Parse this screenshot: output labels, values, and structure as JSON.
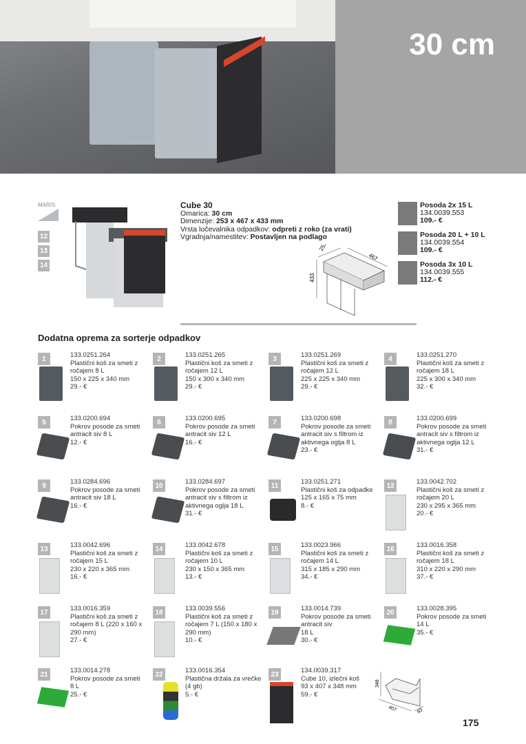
{
  "header": {
    "size_label": "30 cm"
  },
  "brand": {
    "label": "MARIS",
    "badges": [
      "12",
      "13",
      "14"
    ]
  },
  "product": {
    "title": "Cube 30",
    "specs": [
      {
        "label": "Omarica: ",
        "value": "30 cm"
      },
      {
        "label": "Dimenzije: ",
        "value": "253 x 467 x 433 mm"
      },
      {
        "label": "Vrsta ločevalnika odpadkov: ",
        "value": "odpreti z roko (za vrati)"
      },
      {
        "label": "Vgradnja/namestitev: ",
        "value": "Postavljen na podlago"
      }
    ],
    "drawing_dims": [
      "253",
      "467",
      "433"
    ]
  },
  "variants": [
    {
      "name": "Posoda 2x 15 L",
      "code": "134.0039.553",
      "price": "109.-  €"
    },
    {
      "name": "Posoda 20 L + 10 L",
      "code": "134.0039.554",
      "price": "109.-  €"
    },
    {
      "name": "Posoda 3x 10 L",
      "code": "134.0039.555",
      "price": "112.-  €"
    }
  ],
  "accessories": {
    "title": "Dodatna oprema za sorterje odpadkov",
    "items": [
      {
        "n": "1",
        "lines": [
          "133.0251.264",
          "Plastični koš za smeti z",
          "ročajem 8 L",
          "150 x 225 x 340 mm",
          "29.-  €"
        ]
      },
      {
        "n": "2",
        "lines": [
          "133.0251.265",
          "Plastični koš za smeti z",
          "ročajem 12 L",
          "150 x 300 x 340 mm",
          "29.-  €"
        ]
      },
      {
        "n": "3",
        "lines": [
          "133.0251.269",
          "Plastični koš za smeti z",
          "ročajem 12 L",
          "225 x 225 x 340 mm",
          "29.-  €"
        ]
      },
      {
        "n": "4",
        "lines": [
          "133.0251.270",
          "Plastični koš za smeti z",
          "ročajem 18 L",
          "225 x 300 x 340 mm",
          "32.-  €"
        ]
      },
      {
        "n": "5",
        "lines": [
          "133.0200.694",
          "Pokrov posode za smeti",
          "antracit siv 8 L",
          "12.-  €"
        ]
      },
      {
        "n": "6",
        "lines": [
          "133.0200.695",
          "Pokrov posode za smeti",
          "antracit siv 12 L",
          "16.-  €"
        ]
      },
      {
        "n": "7",
        "lines": [
          "133.0200.698",
          "Pokrov posode za smeti",
          "antracit siv s filtrom iz",
          "aktivnega oglja 8 L",
          "23.-  €"
        ]
      },
      {
        "n": "8",
        "lines": [
          "133.0200.699",
          "Pokrov posode za smeti",
          "antracit siv s filtrom iz",
          "aktivnega oglja 12 L",
          "31.-  €"
        ]
      },
      {
        "n": "9",
        "lines": [
          "133.0284.696",
          "Pokrov posode za smeti",
          "antracit siv 18 L",
          "16.-  €"
        ]
      },
      {
        "n": "10",
        "lines": [
          "133.0284.697",
          "Pokrov posode za smeti",
          "antracit siv s filtrom iz",
          "aktivnega oglja 18 L",
          "31.-  €"
        ]
      },
      {
        "n": "11",
        "lines": [
          "133.0251.271",
          "Plastični koš za odpadke",
          "125 x 165 x 75 mm",
          "8.-  €"
        ]
      },
      {
        "n": "12",
        "lines": [
          "133.0042.702",
          "Plastični koš za smeti z",
          "ročajem 20 L",
          "230 x 295 x 365 mm",
          "20.-  €"
        ]
      },
      {
        "n": "13",
        "lines": [
          "133.0042.696",
          "Plastični koš za smeti z",
          "ročajem 15 L",
          "230 x 220 x 365 mm",
          "16.-  €"
        ]
      },
      {
        "n": "14",
        "lines": [
          "133.0042.678",
          "Plastični koš za smeti z",
          "ročajem 10 L",
          "230 x 150 x 365 mm",
          "13.-  €"
        ]
      },
      {
        "n": "15",
        "lines": [
          "133.0023.966",
          "Plastični koš za smeti z",
          "ročajem 14 L",
          "315 x 185 x 290 mm",
          "34.-  €"
        ]
      },
      {
        "n": "16",
        "lines": [
          "133.0016.358",
          "Plastični koš za smeti z",
          "ročajem 18 L",
          "310 x 220 x 290 mm",
          "37.-  €"
        ]
      },
      {
        "n": "17",
        "lines": [
          "133.0016.359",
          "Plastični koš za smeti z",
          "ročajem 8 L (220 x 160 x",
          "290 mm)",
          "27.-  €"
        ]
      },
      {
        "n": "18",
        "lines": [
          "133.0039.556",
          "Plastični koš za smeti z",
          "ročajem 7 L (150 x 180 x",
          "290 mm)",
          "10.-  €"
        ]
      },
      {
        "n": "19",
        "lines": [
          "133.0014.739",
          "Pokrov posode za smeti",
          "antracit siv",
          "18 L",
          "30.-  €"
        ]
      },
      {
        "n": "20",
        "lines": [
          "133.0028.395",
          "Pokrov posode za smeti",
          "14 L",
          "35.-  €"
        ]
      },
      {
        "n": "21",
        "lines": [
          "133.0014.278",
          "Pokrov posode za smeti",
          "8 L",
          "25.-  €"
        ]
      },
      {
        "n": "22",
        "lines": [
          "133.0016.354",
          "Plastična držala za vrečke",
          "(4 gb)",
          "5.-  €"
        ]
      },
      {
        "n": "23",
        "lines": [
          "134.0039.317",
          "Cube 10, izlečni koš",
          "93 x 407 x 348 mm",
          "59.-  €"
        ]
      }
    ],
    "drawing_dims": [
      "348",
      "407",
      "93"
    ]
  },
  "colors": {
    "gray": "#b5b5b5",
    "accent": "#d8462a",
    "dark_bin": "#555a5e",
    "light_bin": "#d5d9dc",
    "green": "#2eaa3a"
  },
  "page_number": "175"
}
